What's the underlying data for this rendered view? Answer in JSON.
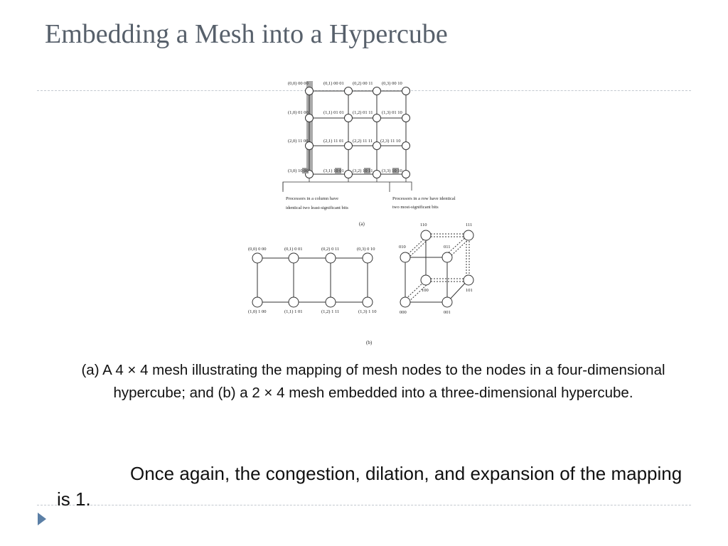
{
  "title": "Embedding a Mesh into a Hypercube",
  "figure": {
    "mesh4x4": {
      "labels": [
        [
          "(0,0) 00 00",
          "(0,1) 00 01",
          "(0,2) 00 11",
          "(0,3) 00 10"
        ],
        [
          "(1,0) 01 00",
          "(1,1) 01 01",
          "(1,2) 01 11",
          "(1,3) 01 10"
        ],
        [
          "(2,0) 11 00",
          "(2,1) 11 01",
          "(2,2) 11 11",
          "(2,3)  11 10"
        ],
        [
          "(3,0) 10 00",
          "(3,1) 10 01",
          "(3,2) 10 11",
          "(3,3) 10 10"
        ]
      ],
      "column_note": [
        "Processors in a column have",
        "identical two least-significant bits"
      ],
      "row_note": [
        "Processors in a row have identical",
        "two most-significant bits"
      ],
      "label_a": "(a)"
    },
    "mesh2x4": {
      "labels": [
        [
          "(0,0)   0 00",
          "(0,1)   0 01",
          "(0,2)   0 11",
          "(0,3)   0 10"
        ],
        [
          "(1,0)   1 00",
          "(1,1)   1 01",
          "(1,2)   1 11",
          "(1,3)   1 10"
        ]
      ],
      "label_b": "(b)"
    },
    "cube_labels": [
      "000",
      "001",
      "010",
      "011",
      "100",
      "101",
      "110",
      "111"
    ]
  },
  "caption": "(a) A 4 × 4 mesh illustrating the mapping of mesh nodes to the nodes in a four-dimensional hypercube; and (b) a 2 × 4 mesh embedded into a three-dimensional hypercube.",
  "body": "Once again, the congestion, dilation, and expansion of the mapping is 1.",
  "colors": {
    "title": "#57606b",
    "accent": "#5b7fa6",
    "rule": "#c3c8cf"
  }
}
